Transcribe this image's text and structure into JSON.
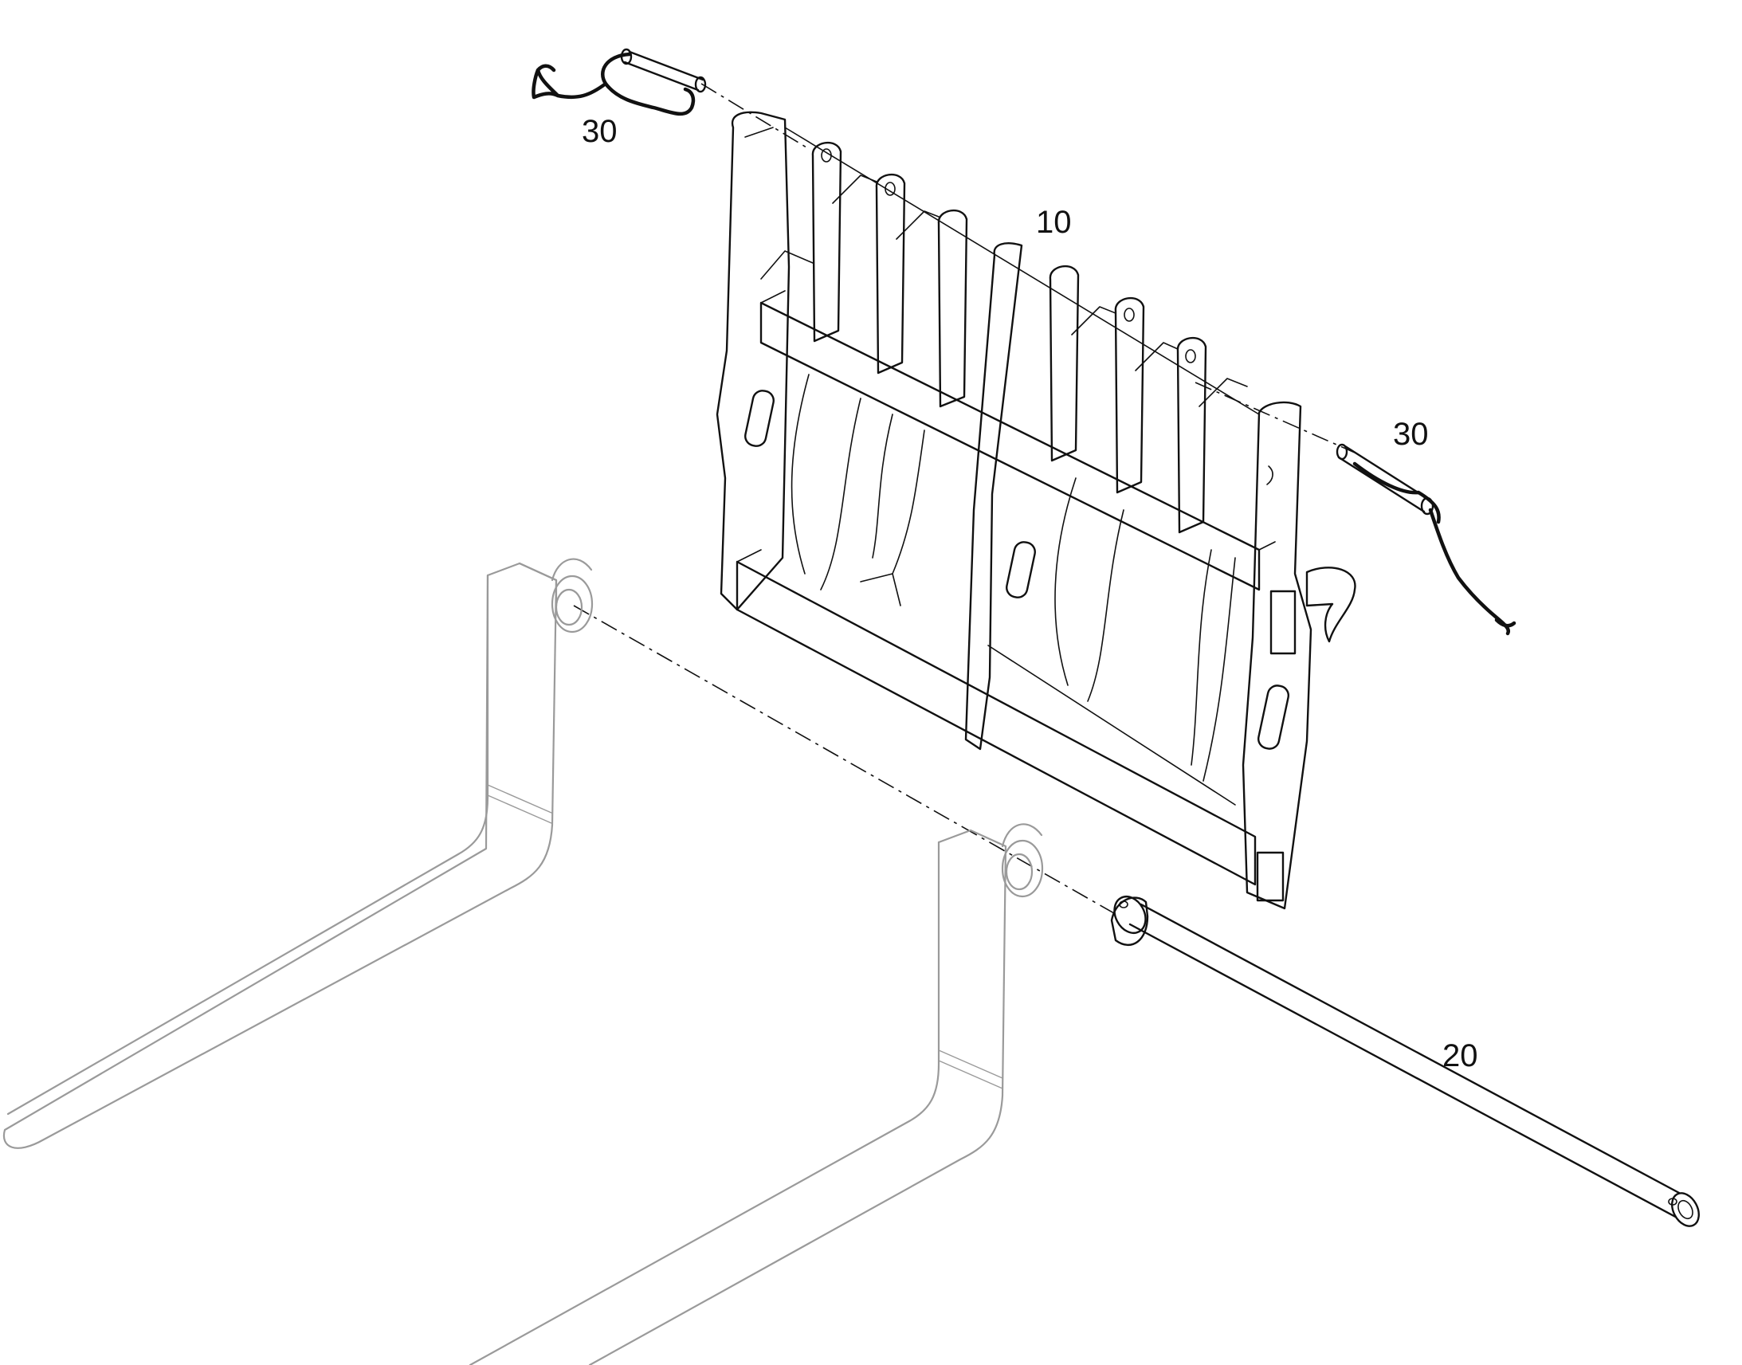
{
  "callouts": [
    {
      "id": "frame",
      "text": "10"
    },
    {
      "id": "pin",
      "text": "20"
    },
    {
      "id": "lynch-pin-left",
      "text": "30"
    },
    {
      "id": "lynch-pin-right",
      "text": "30"
    }
  ],
  "colors": {
    "ink": "#111111",
    "ghost": "#9a9a9a",
    "background": "#ffffff"
  }
}
